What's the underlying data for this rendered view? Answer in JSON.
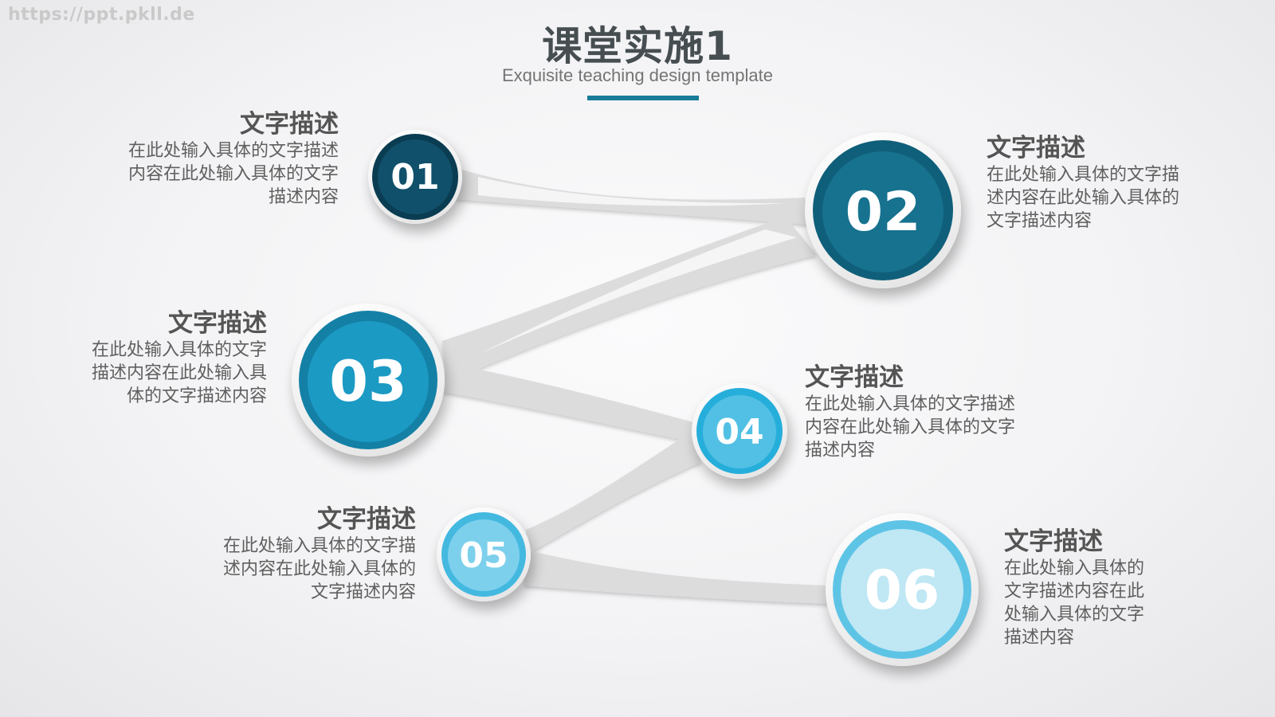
{
  "watermark": "https://ppt.pkll.de",
  "header": {
    "title": "课堂实施1",
    "subtitle": "Exquisite teaching design template",
    "accent_color": "#187b98"
  },
  "steps": [
    {
      "number": "01",
      "heading": "文字描述",
      "lines": [
        "在此处输入具体的文字描述",
        "内容在此处输入具体的文字",
        "描述内容"
      ],
      "color": "#0e4d66"
    },
    {
      "number": "02",
      "heading": "文字描述",
      "lines": [
        "在此处输入具体的文字描",
        "述内容在此处输入具体的",
        "文字描述内容"
      ],
      "color": "#15718f"
    },
    {
      "number": "03",
      "heading": "文字描述",
      "lines": [
        "在此处输入具体的文字",
        "描述内容在此处输入具",
        "体的文字描述内容"
      ],
      "color": "#1a93bd"
    },
    {
      "number": "04",
      "heading": "文字描述",
      "lines": [
        "在此处输入具体的文字描述",
        "内容在此处输入具体的文字",
        "描述内容"
      ],
      "color": "#2fb2dd"
    },
    {
      "number": "05",
      "heading": "文字描述",
      "lines": [
        "在此处输入具体的文字描",
        "述内容在此处输入具体的",
        "文字描述内容"
      ],
      "color": "#4dbde2"
    },
    {
      "number": "06",
      "heading": "文字描述",
      "lines": [
        "在此处输入具体的",
        "文字描述内容在此",
        "处输入具体的文字",
        "描述内容"
      ],
      "color": "#5cc3e6"
    }
  ]
}
